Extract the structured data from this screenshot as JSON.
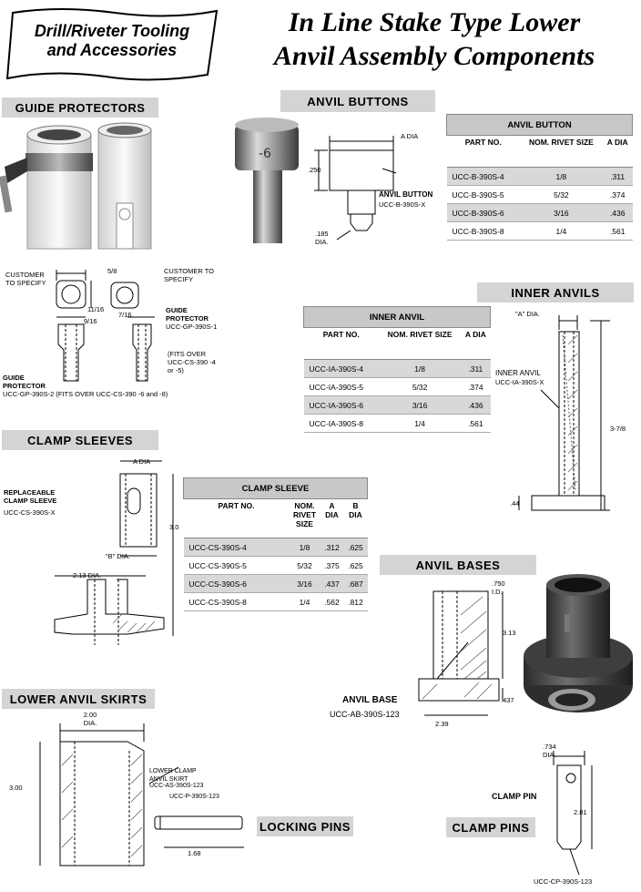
{
  "header": {
    "ribbon_line1": "Drill/Riveter Tooling",
    "ribbon_line2": "and Accessories",
    "title_line1": "In Line Stake Type Lower",
    "title_line2": "Anvil Assembly Components"
  },
  "sections": {
    "guide_protectors": "GUIDE PROTECTORS",
    "anvil_buttons": "ANVIL BUTTONS",
    "inner_anvils": "INNER ANVILS",
    "clamp_sleeves": "CLAMP SLEEVES",
    "anvil_bases": "ANVIL BASES",
    "lower_anvil_skirts": "LOWER ANVIL SKIRTS",
    "locking_pins": "LOCKING PINS",
    "clamp_pins": "CLAMP PINS"
  },
  "anvil_button_table": {
    "caption": "ANVIL BUTTON",
    "headers": [
      "PART NO.",
      "NOM. RIVET SIZE",
      "A DIA"
    ],
    "rows": [
      [
        "UCC-B-390S-4",
        "1/8",
        ".311"
      ],
      [
        "UCC-B-390S-5",
        "5/32",
        ".374"
      ],
      [
        "UCC-B-390S-6",
        "3/16",
        ".436"
      ],
      [
        "UCC-B-390S-8",
        "1/4",
        ".561"
      ]
    ]
  },
  "inner_anvil_table": {
    "caption": "INNER ANVIL",
    "headers": [
      "PART NO.",
      "NOM. RIVET SIZE",
      "A DIA"
    ],
    "rows": [
      [
        "UCC-IA-390S-4",
        "1/8",
        ".311"
      ],
      [
        "UCC-IA-390S-5",
        "5/32",
        ".374"
      ],
      [
        "UCC-IA-390S-6",
        "3/16",
        ".436"
      ],
      [
        "UCC-IA-390S-8",
        "1/4",
        ".561"
      ]
    ]
  },
  "clamp_sleeve_table": {
    "caption": "CLAMP SLEEVE",
    "headers": [
      "PART NO.",
      "NOM. RIVET SIZE",
      "A DIA",
      "B DIA"
    ],
    "rows": [
      [
        "UCC-CS-390S-4",
        "1/8",
        ".312",
        ".625"
      ],
      [
        "UCC-CS-390S-5",
        "5/32",
        ".375",
        ".625"
      ],
      [
        "UCC-CS-390S-6",
        "3/16",
        ".437",
        ".687"
      ],
      [
        "UCC-CS-390S-8",
        "1/4",
        ".562",
        ".812"
      ]
    ]
  },
  "labels": {
    "customer_spec_1": "CUSTOMER TO SPECIFY",
    "customer_spec_2": "CUSTOMER TO SPECIFY",
    "dim_5_8": "5/8",
    "dim_11_16": "11/16",
    "dim_9_16": "9/16",
    "dim_7_16": "7/16",
    "guide_protector_1": "GUIDE PROTECTOR",
    "guide_protector_1_pn": "UCC-GP-390S-1",
    "fits_over": "(FITS OVER UCC-CS-390 -4 or -5)",
    "guide_protector_2": "GUIDE PROTECTOR",
    "guide_protector_2_pn": "UCC-GP-390S-2 (FITS OVER UCC-CS-390 -6 and -8)",
    "ab_a_dia": "A DIA",
    "ab_250": ".250",
    "ab_185": ".185 DIA.",
    "ab_name": "ANVIL BUTTON",
    "ab_pn": "UCC-B-390S-X",
    "ia_a_dia": "\"A\" DIA.",
    "ia_name": "INNER ANVIL",
    "ia_pn": "UCC-IA-390S-X",
    "ia_378": "3-7/8",
    "ia_44": ".44",
    "cs_a_dia": "A DIA",
    "cs_replaceable": "REPLACEABLE CLAMP SLEEVE",
    "cs_pn": "UCC-CS-390S-X",
    "cs_30": "3.0",
    "cs_b_dia": "\"B\" DIA.",
    "cs_213": "2.13 DIA.",
    "base_750": ".750 I.D.",
    "base_313": "3.13",
    "base_437": ".437",
    "base_239": "2.39",
    "base_name": "ANVIL BASE",
    "base_pn": "UCC-AB-390S-123",
    "skirt_200": "2.00 DIA.",
    "skirt_300": "3.00",
    "skirt_name": "LOWER CLAMP ANVIL SKIRT",
    "skirt_pn": "UCC-AS-390S-123",
    "lp_pn": "UCC-P-390S-123",
    "lp_168": "1.68",
    "cp_734": ".734 DIA.",
    "cp_name": "CLAMP PIN",
    "cp_281": "2.81",
    "cp_pn": "UCC-CP-390S-123"
  },
  "photo_text": {
    "button_marking": "-6"
  }
}
